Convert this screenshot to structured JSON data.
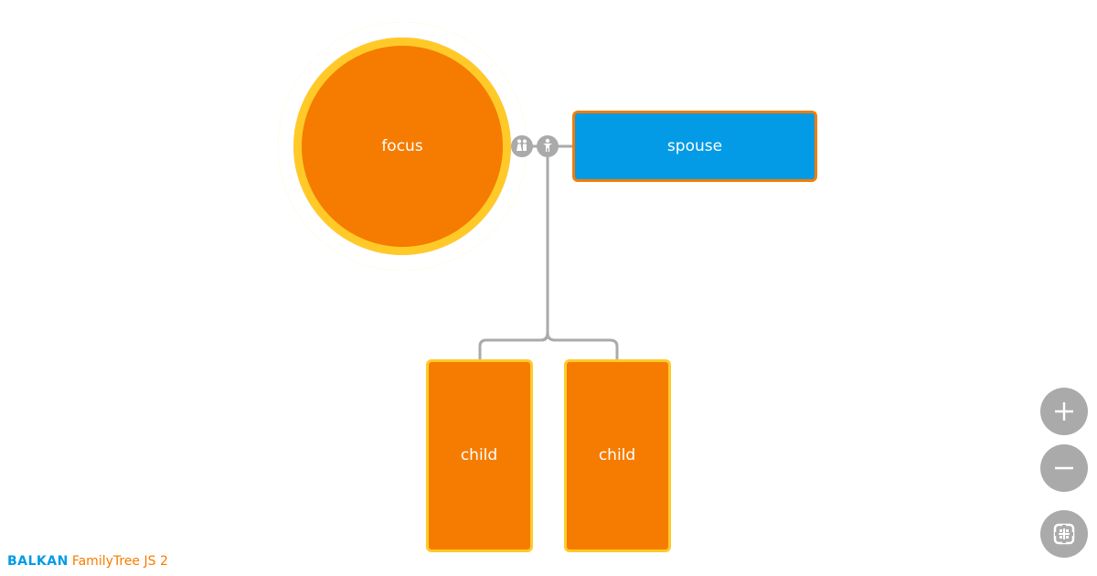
{
  "nodes": {
    "focus": {
      "label": "focus"
    },
    "spouse": {
      "label": "spouse"
    },
    "children": [
      {
        "label": "child"
      },
      {
        "label": "child"
      }
    ]
  },
  "icons": {
    "couple": "couple-icon",
    "single-parent": "person-icon"
  },
  "controls": {
    "zoom_in": "plus-icon",
    "zoom_out": "minus-icon",
    "fit": "fit-screen-icon"
  },
  "branding": {
    "company": "BALKAN",
    "product": "FamilyTree JS 2"
  },
  "colors": {
    "orange": "#F57C00",
    "yellow": "#FFCA28",
    "blue": "#039BE5",
    "link_gray": "#aaaaaa"
  }
}
